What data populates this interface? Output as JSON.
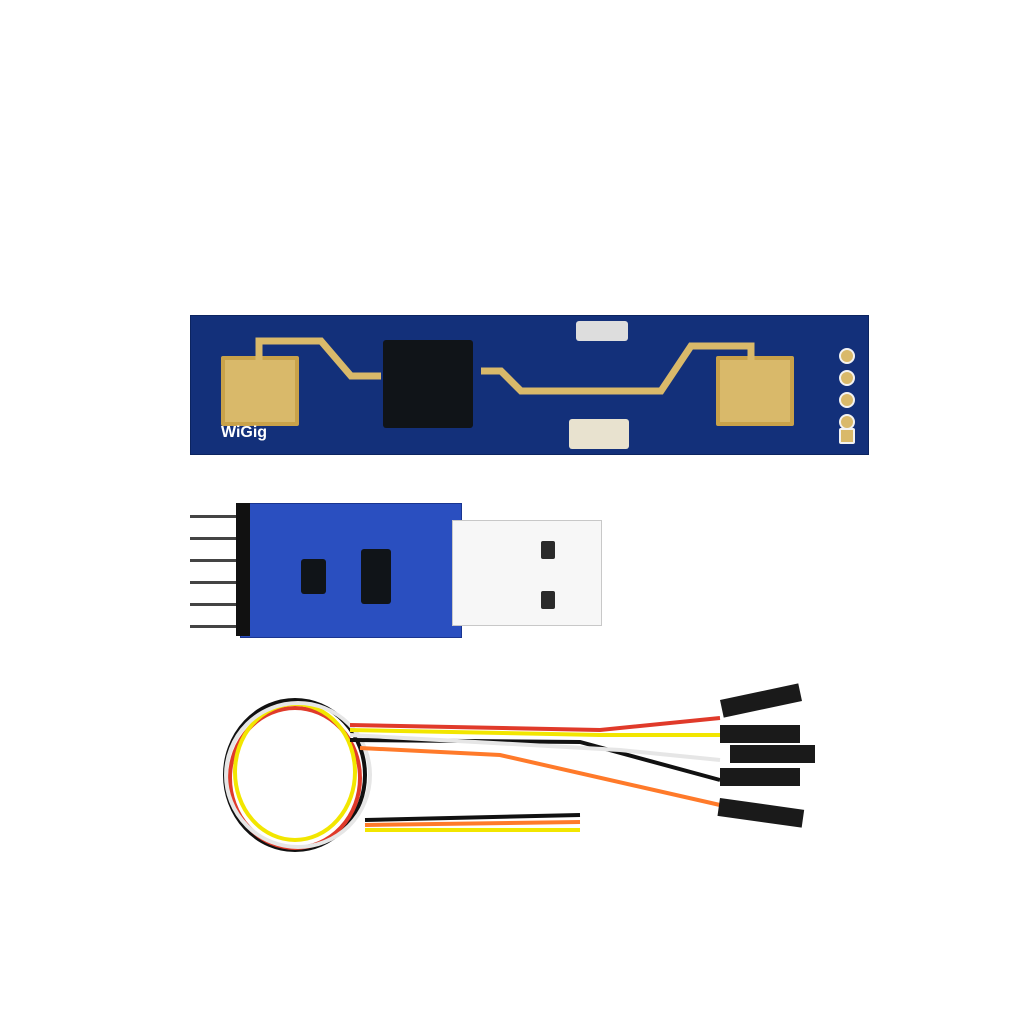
{
  "scene": {
    "description": "Product photo: 24GHz radar sensor module, USB-to-TTL serial adapter, and 5-wire dupont jumper cable on white background",
    "background_color": "#ffffff"
  },
  "radar_module": {
    "silkscreen_label": "WiGig",
    "pcb_color": "#13307a",
    "antenna_color": "#d9b96a",
    "pin_count": 5
  },
  "usb_adapter": {
    "pcb_color": "#2a4fc0",
    "header_pin_count": 6
  },
  "cable": {
    "wire_colors": [
      "#111111",
      "#f2e600",
      "#e6e6e6",
      "#e03a2a",
      "#ff7a2a"
    ],
    "connector_count": 5
  }
}
